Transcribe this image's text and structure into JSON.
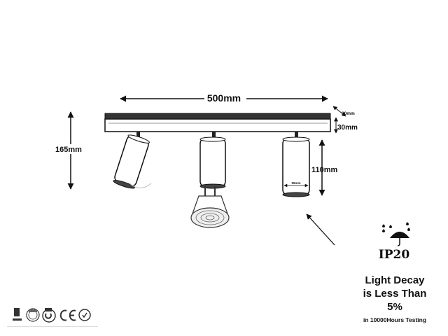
{
  "dimensions": {
    "length": "500mm",
    "height": "165mm",
    "depth": "30mm",
    "width": "30mm",
    "spot_height": "110mm",
    "spot_diameter": "55mm"
  },
  "ip_rating": "IP20",
  "light_decay": {
    "line1": "Light Decay",
    "line2": "is Less Than",
    "line3": "5%",
    "note": "in 10000Hours Testing"
  },
  "certifications": [
    "CE"
  ],
  "icons": [
    "rain-umbrella-icon",
    "recycle-icon",
    "rohs-icon",
    "gs-icon",
    "ce-icon",
    "c-tick-icon"
  ],
  "colors": {
    "line": "#111111",
    "accent": "#555555"
  }
}
